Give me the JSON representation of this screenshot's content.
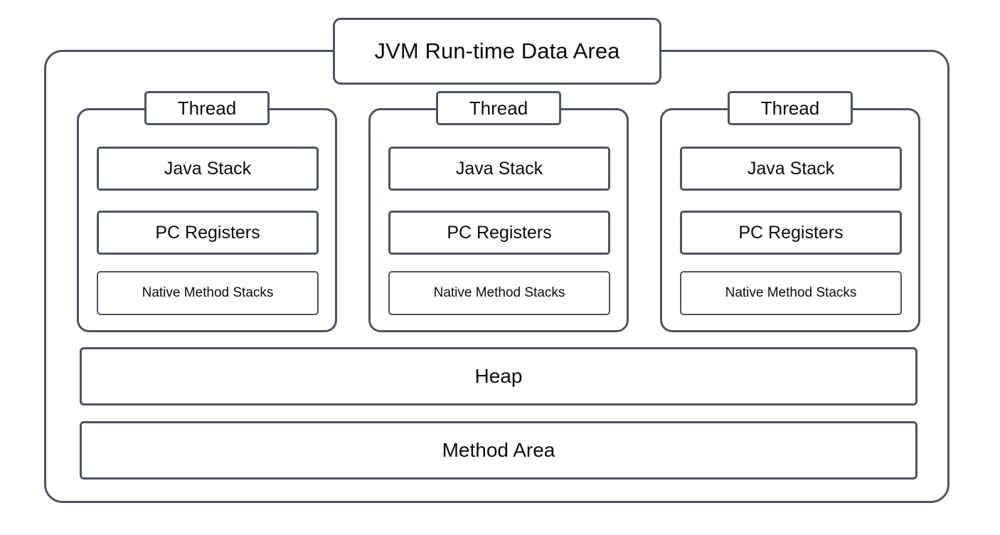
{
  "diagram": {
    "title": "JVM Run-time Data Area",
    "background_color": "#ffffff",
    "line_color": "#4a5568",
    "text_color": "#0d0d0d",
    "threads": [
      {
        "label": "Thread",
        "components": [
          "Java Stack",
          "PC Registers",
          "Native Method Stacks"
        ]
      },
      {
        "label": "Thread",
        "components": [
          "Java Stack",
          "PC Registers",
          "Native Method Stacks"
        ]
      },
      {
        "label": "Thread",
        "components": [
          "Java Stack",
          "PC Registers",
          "Native Method Stacks"
        ]
      }
    ],
    "shared_areas": [
      "Heap",
      "Method Area"
    ]
  }
}
